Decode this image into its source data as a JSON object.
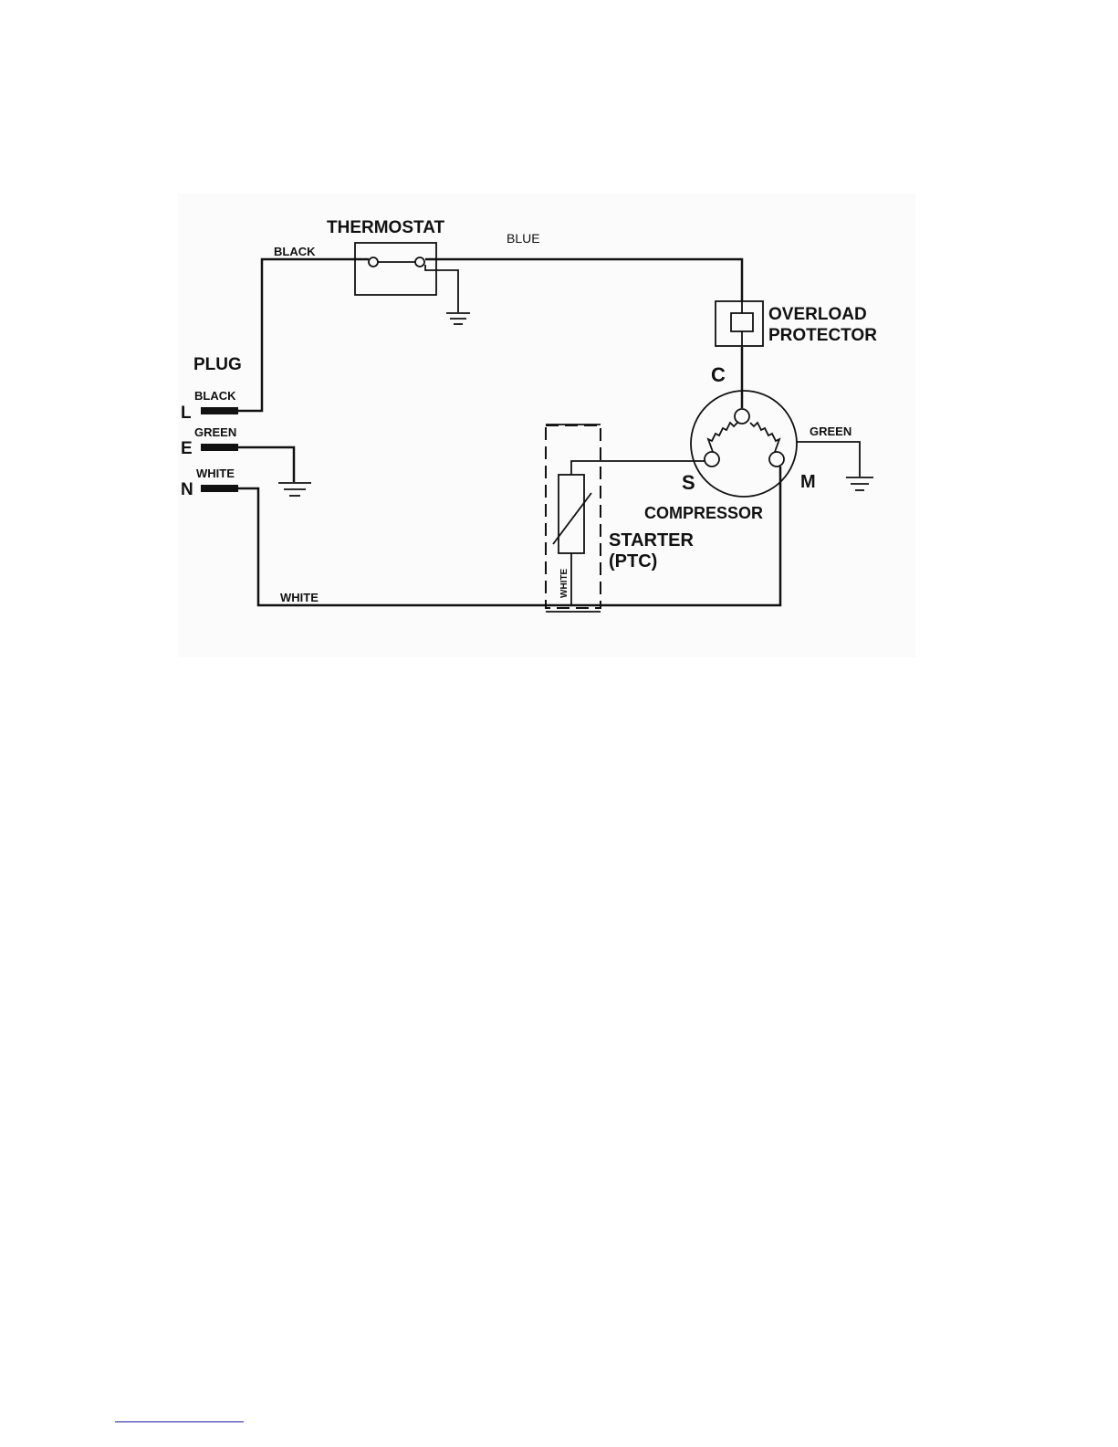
{
  "labels": {
    "thermostat": "THERMOSTAT",
    "blue": "BLUE",
    "black_top": "BLACK",
    "overload_1": "OVERLOAD",
    "overload_2": "PROTECTOR",
    "plug": "PLUG",
    "c": "C",
    "black_plug": "BLACK",
    "l": "L",
    "green_plug": "GREEN",
    "e": "E",
    "white_plug": "WHITE",
    "n": "N",
    "green_right": "GREEN",
    "s": "S",
    "m": "M",
    "compressor": "COMPRESSOR",
    "starter_1": "STARTER",
    "starter_2": "(PTC)",
    "white_vertical": "WHITE",
    "white_bottom": "WHITE"
  },
  "colors": {
    "ink": "#111111",
    "background": "#ffffff",
    "footer_link": "#1a1aa0"
  }
}
